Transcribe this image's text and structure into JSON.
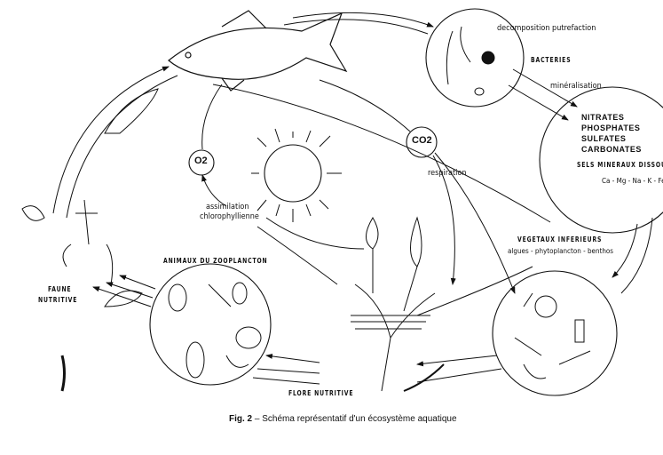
{
  "labels": {
    "decomposition": "decomposition putrefaction",
    "bacteries": "BACTERIES",
    "mineralisation": "minéralisation",
    "minerals": [
      "NITRATES",
      "PHOSPHATES",
      "SULFATES",
      "CARBONATES"
    ],
    "sels": "SELS MINERAUX DISSOUS",
    "elements": "Ca - Mg - Na - K - Fe",
    "co2": "CO2",
    "o2": "O2",
    "respiration": "respiration",
    "assimilation": [
      "assimilation",
      "chlorophyllienne"
    ],
    "vegetaux": "VEGETAUX INFERIEURS",
    "vegetaux_sub": "algues - phytoplancton - benthos",
    "zooplancton": "ANIMAUX DU ZOOPLANCTON",
    "faune": [
      "FAUNE",
      "NUTRITIVE"
    ],
    "flore": "FLORE NUTRITIVE"
  },
  "caption": {
    "fig": "Fig. 2",
    "text": " – Schéma représentatif d'un écosystème aquatique"
  }
}
